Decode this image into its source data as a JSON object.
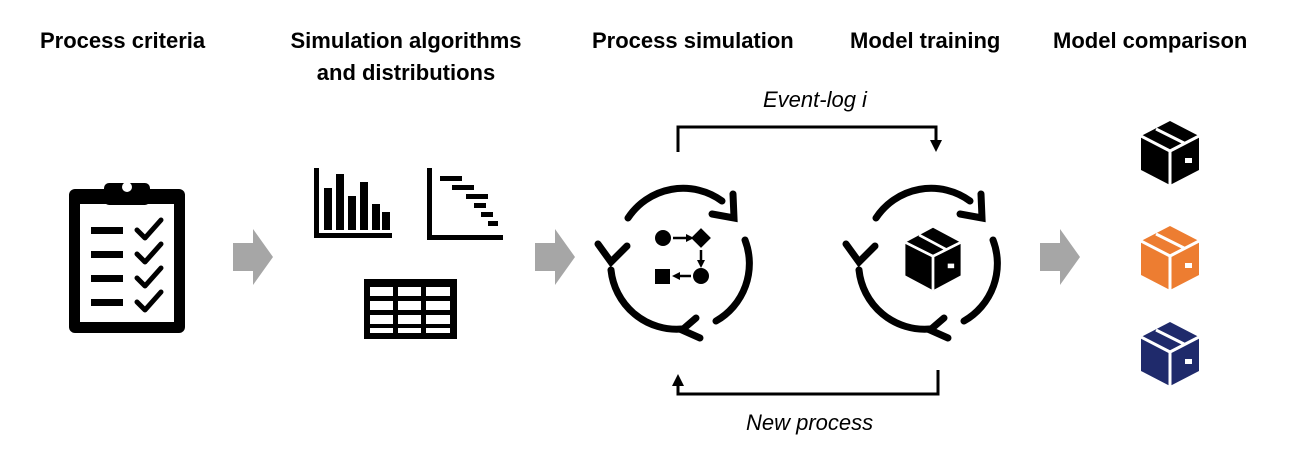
{
  "stages": {
    "criteria": "Process criteria",
    "algorithms_line1": "Simulation algorithms",
    "algorithms_line2": "and distributions",
    "simulation": "Process simulation",
    "training": "Model training",
    "comparison": "Model comparison"
  },
  "flow": {
    "top_label": "Event-log i",
    "bottom_label": "New process"
  },
  "colors": {
    "arrow_gray": "#A6A6A6",
    "ink": "#000000",
    "model_black": "#000000",
    "model_orange": "#ED7D31",
    "model_navy": "#1F2A6B"
  },
  "icons": {
    "criteria": "clipboard-checklist-icon",
    "histogram": "bar-chart-icon",
    "gantt": "gantt-chart-icon",
    "table": "table-grid-icon",
    "simulation": "cycle-process-flow-icon",
    "training": "cycle-box-icon",
    "models": [
      "box-icon",
      "box-icon",
      "box-icon"
    ]
  }
}
